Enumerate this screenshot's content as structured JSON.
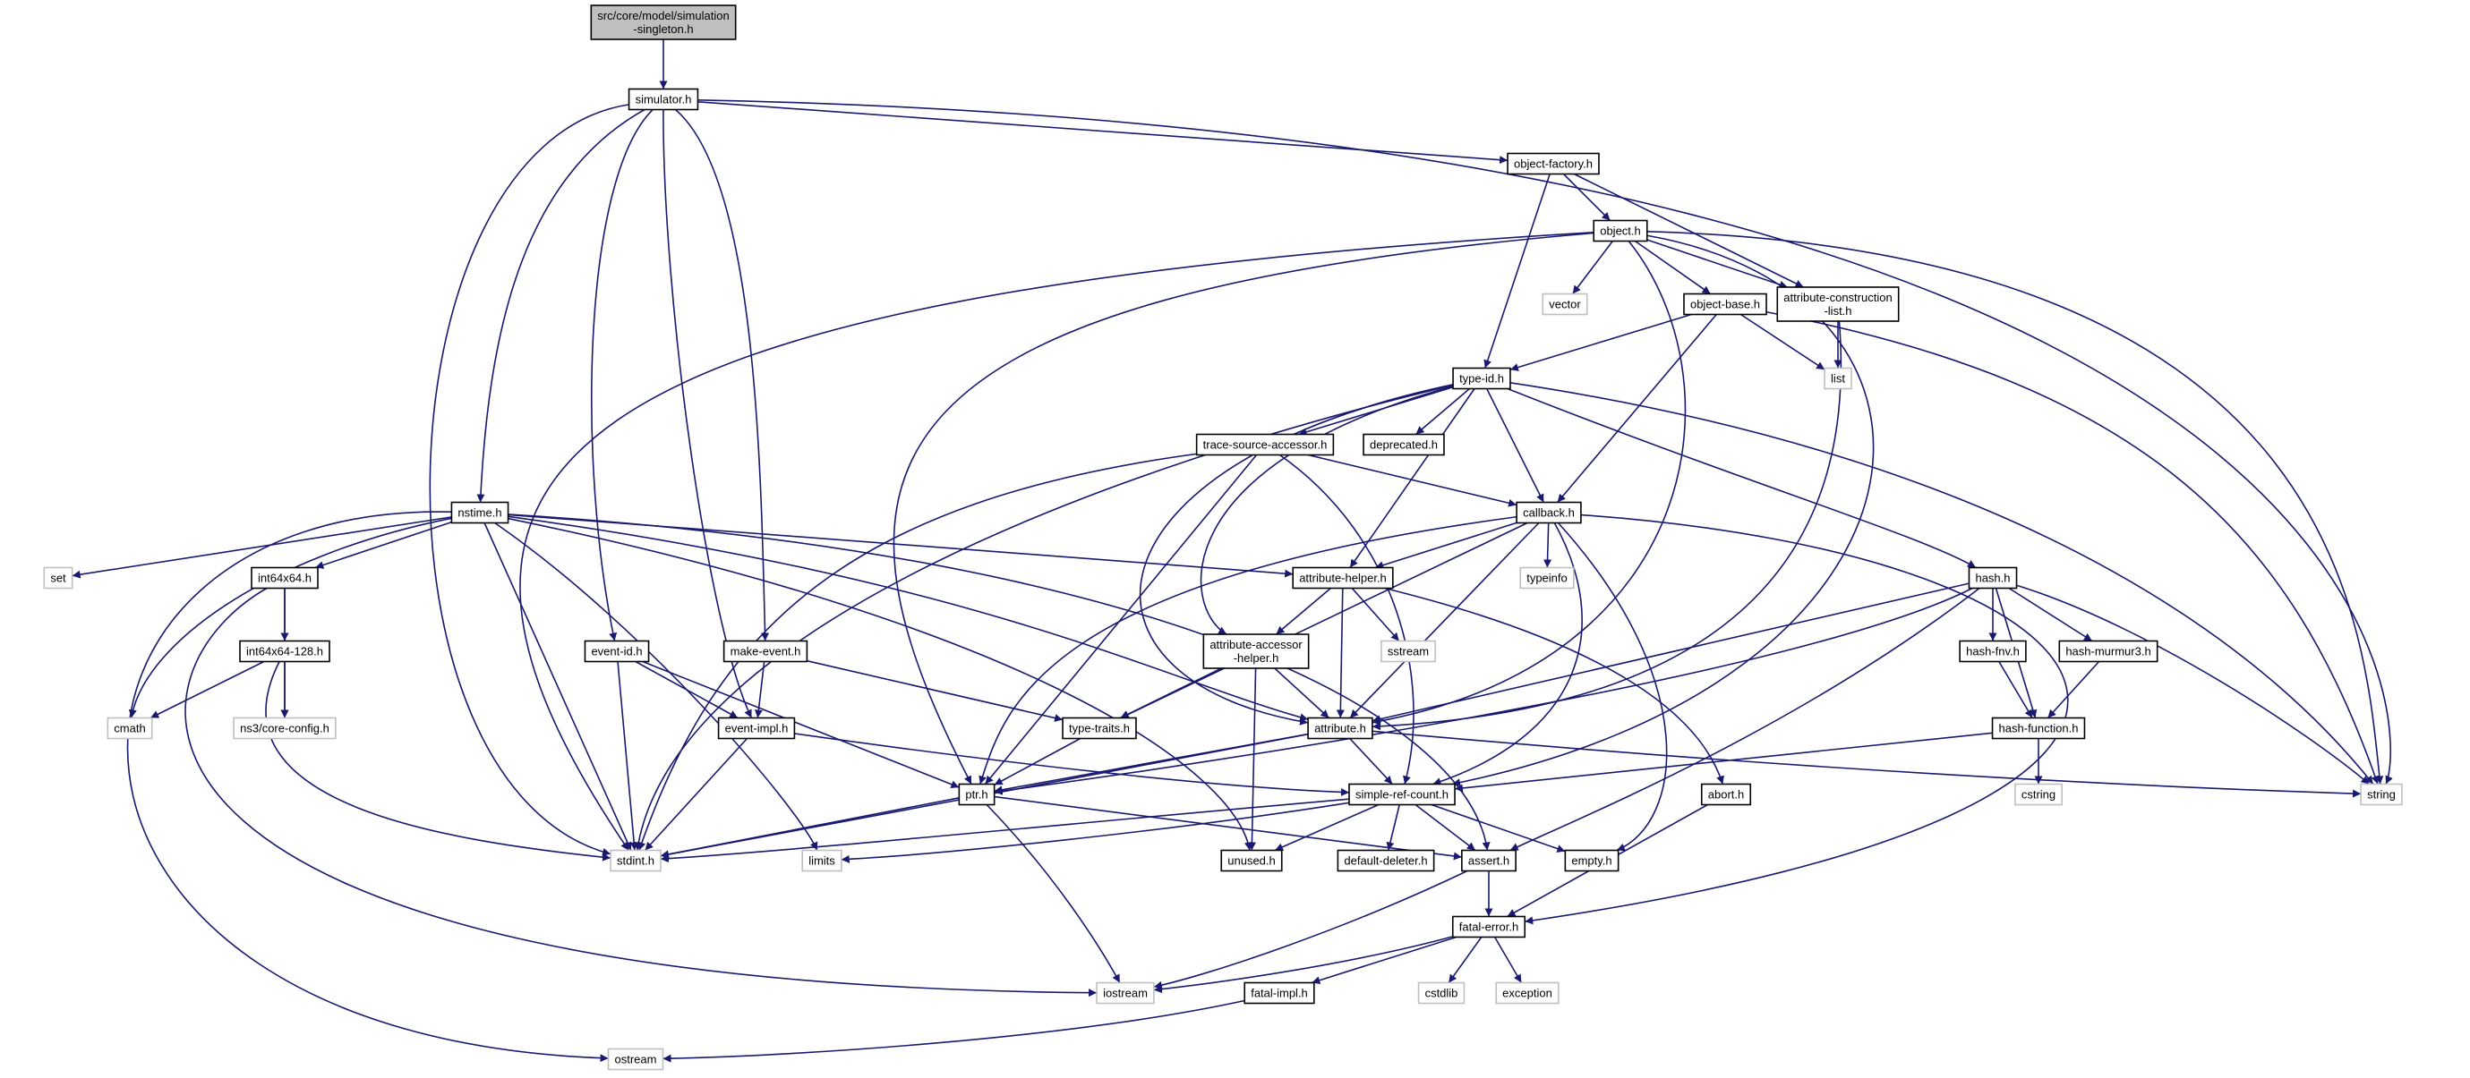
{
  "colors": {
    "edge": "#191970",
    "node_fill": "#ffffff",
    "node_border": "#000000",
    "root_fill": "#bfbfbf",
    "external_border": "#bfbfbf"
  },
  "nodes": [
    {
      "id": "root",
      "lines": [
        "src/core/model/simulation",
        "-singleton.h"
      ],
      "kind": "root"
    },
    {
      "id": "simulator",
      "lines": [
        "simulator.h"
      ],
      "kind": "header"
    },
    {
      "id": "object_factory",
      "lines": [
        "object-factory.h"
      ],
      "kind": "header"
    },
    {
      "id": "object",
      "lines": [
        "object.h"
      ],
      "kind": "header"
    },
    {
      "id": "vector",
      "lines": [
        "vector"
      ],
      "kind": "system"
    },
    {
      "id": "object_base",
      "lines": [
        "object-base.h"
      ],
      "kind": "header"
    },
    {
      "id": "attr_constr",
      "lines": [
        "attribute-construction",
        "-list.h"
      ],
      "kind": "header"
    },
    {
      "id": "list",
      "lines": [
        "list"
      ],
      "kind": "system"
    },
    {
      "id": "type_id",
      "lines": [
        "type-id.h"
      ],
      "kind": "header"
    },
    {
      "id": "trace_src",
      "lines": [
        "trace-source-accessor.h"
      ],
      "kind": "header"
    },
    {
      "id": "deprecated",
      "lines": [
        "deprecated.h"
      ],
      "kind": "header"
    },
    {
      "id": "nstime",
      "lines": [
        "nstime.h"
      ],
      "kind": "header"
    },
    {
      "id": "callback",
      "lines": [
        "callback.h"
      ],
      "kind": "header"
    },
    {
      "id": "set",
      "lines": [
        "set"
      ],
      "kind": "system"
    },
    {
      "id": "int64x64",
      "lines": [
        "int64x64.h"
      ],
      "kind": "header"
    },
    {
      "id": "typeinfo",
      "lines": [
        "typeinfo"
      ],
      "kind": "system"
    },
    {
      "id": "hash",
      "lines": [
        "hash.h"
      ],
      "kind": "header"
    },
    {
      "id": "attr_helper",
      "lines": [
        "attribute-helper.h"
      ],
      "kind": "header"
    },
    {
      "id": "sstream",
      "lines": [
        "sstream"
      ],
      "kind": "system"
    },
    {
      "id": "int128",
      "lines": [
        "int64x64-128.h"
      ],
      "kind": "header"
    },
    {
      "id": "event_id",
      "lines": [
        "event-id.h"
      ],
      "kind": "header"
    },
    {
      "id": "make_event",
      "lines": [
        "make-event.h"
      ],
      "kind": "header"
    },
    {
      "id": "attr_acc",
      "lines": [
        "attribute-accessor",
        "-helper.h"
      ],
      "kind": "header"
    },
    {
      "id": "hash_fnv",
      "lines": [
        "hash-fnv.h"
      ],
      "kind": "header"
    },
    {
      "id": "hash_murmur",
      "lines": [
        "hash-murmur3.h"
      ],
      "kind": "header"
    },
    {
      "id": "cmath",
      "lines": [
        "cmath"
      ],
      "kind": "system"
    },
    {
      "id": "core_config",
      "lines": [
        "ns3/core-config.h"
      ],
      "kind": "system"
    },
    {
      "id": "event_impl",
      "lines": [
        "event-impl.h"
      ],
      "kind": "header"
    },
    {
      "id": "type_traits",
      "lines": [
        "type-traits.h"
      ],
      "kind": "header"
    },
    {
      "id": "attribute",
      "lines": [
        "attribute.h"
      ],
      "kind": "header"
    },
    {
      "id": "hash_function",
      "lines": [
        "hash-function.h"
      ],
      "kind": "header"
    },
    {
      "id": "ptr",
      "lines": [
        "ptr.h"
      ],
      "kind": "header"
    },
    {
      "id": "simple_ref",
      "lines": [
        "simple-ref-count.h"
      ],
      "kind": "header"
    },
    {
      "id": "abort",
      "lines": [
        "abort.h"
      ],
      "kind": "header"
    },
    {
      "id": "string",
      "lines": [
        "string"
      ],
      "kind": "system"
    },
    {
      "id": "cstring",
      "lines": [
        "cstring"
      ],
      "kind": "system"
    },
    {
      "id": "stdint",
      "lines": [
        "stdint.h"
      ],
      "kind": "system"
    },
    {
      "id": "limits",
      "lines": [
        "limits"
      ],
      "kind": "system"
    },
    {
      "id": "unused",
      "lines": [
        "unused.h"
      ],
      "kind": "header"
    },
    {
      "id": "default_deleter",
      "lines": [
        "default-deleter.h"
      ],
      "kind": "header"
    },
    {
      "id": "assert",
      "lines": [
        "assert.h"
      ],
      "kind": "header"
    },
    {
      "id": "empty",
      "lines": [
        "empty.h"
      ],
      "kind": "header"
    },
    {
      "id": "fatal_error",
      "lines": [
        "fatal-error.h"
      ],
      "kind": "header"
    },
    {
      "id": "iostream",
      "lines": [
        "iostream"
      ],
      "kind": "system"
    },
    {
      "id": "fatal_impl",
      "lines": [
        "fatal-impl.h"
      ],
      "kind": "header"
    },
    {
      "id": "cstdlib",
      "lines": [
        "cstdlib"
      ],
      "kind": "system"
    },
    {
      "id": "exception",
      "lines": [
        "exception"
      ],
      "kind": "system"
    },
    {
      "id": "ostream",
      "lines": [
        "ostream"
      ],
      "kind": "system"
    }
  ],
  "edges": [
    [
      "root",
      "simulator"
    ],
    [
      "simulator",
      "object_factory"
    ],
    [
      "simulator",
      "string"
    ],
    [
      "simulator",
      "nstime"
    ],
    [
      "simulator",
      "event_id"
    ],
    [
      "simulator",
      "event_impl"
    ],
    [
      "simulator",
      "make_event"
    ],
    [
      "simulator",
      "stdint"
    ],
    [
      "object_factory",
      "object"
    ],
    [
      "object_factory",
      "attr_constr"
    ],
    [
      "object_factory",
      "type_id"
    ],
    [
      "object",
      "vector"
    ],
    [
      "object",
      "object_base"
    ],
    [
      "object",
      "attr_constr"
    ],
    [
      "object",
      "string"
    ],
    [
      "object",
      "ptr"
    ],
    [
      "object",
      "stdint"
    ],
    [
      "object",
      "attribute"
    ],
    [
      "object",
      "simple_ref"
    ],
    [
      "object_base",
      "type_id"
    ],
    [
      "object_base",
      "list"
    ],
    [
      "object_base",
      "callback"
    ],
    [
      "object_base",
      "string"
    ],
    [
      "attr_constr",
      "list"
    ],
    [
      "attr_constr",
      "attribute"
    ],
    [
      "type_id",
      "trace_src"
    ],
    [
      "type_id",
      "deprecated"
    ],
    [
      "type_id",
      "callback"
    ],
    [
      "type_id",
      "hash"
    ],
    [
      "type_id",
      "attr_helper"
    ],
    [
      "type_id",
      "attr_acc"
    ],
    [
      "type_id",
      "attribute"
    ],
    [
      "type_id",
      "string"
    ],
    [
      "type_id",
      "stdint"
    ],
    [
      "trace_src",
      "callback"
    ],
    [
      "trace_src",
      "ptr"
    ],
    [
      "trace_src",
      "simple_ref"
    ],
    [
      "trace_src",
      "stdint"
    ],
    [
      "callback",
      "typeinfo"
    ],
    [
      "callback",
      "attr_helper"
    ],
    [
      "callback",
      "type_traits"
    ],
    [
      "callback",
      "ptr"
    ],
    [
      "callback",
      "attribute"
    ],
    [
      "callback",
      "simple_ref"
    ],
    [
      "callback",
      "fatal_error"
    ],
    [
      "callback",
      "empty"
    ],
    [
      "nstime",
      "set"
    ],
    [
      "nstime",
      "int64x64"
    ],
    [
      "nstime",
      "attr_helper"
    ],
    [
      "nstime",
      "attribute"
    ],
    [
      "nstime",
      "cmath"
    ],
    [
      "nstime",
      "stdint"
    ],
    [
      "nstime",
      "limits"
    ],
    [
      "nstime",
      "unused"
    ],
    [
      "nstime",
      "assert"
    ],
    [
      "nstime",
      "ostream"
    ],
    [
      "int64x64",
      "int128"
    ],
    [
      "int64x64",
      "core_config"
    ],
    [
      "int64x64",
      "iostream"
    ],
    [
      "int128",
      "cmath"
    ],
    [
      "int128",
      "core_config"
    ],
    [
      "int128",
      "stdint"
    ],
    [
      "event_id",
      "event_impl"
    ],
    [
      "event_id",
      "ptr"
    ],
    [
      "event_id",
      "stdint"
    ],
    [
      "make_event",
      "event_impl"
    ],
    [
      "make_event",
      "type_traits"
    ],
    [
      "event_impl",
      "simple_ref"
    ],
    [
      "event_impl",
      "stdint"
    ],
    [
      "attr_helper",
      "sstream"
    ],
    [
      "attr_helper",
      "attr_acc"
    ],
    [
      "attr_helper",
      "attribute"
    ],
    [
      "attr_helper",
      "abort"
    ],
    [
      "attr_acc",
      "type_traits"
    ],
    [
      "attr_acc",
      "attribute"
    ],
    [
      "attr_acc",
      "unused"
    ],
    [
      "hash",
      "hash_fnv"
    ],
    [
      "hash",
      "hash_murmur"
    ],
    [
      "hash",
      "hash_function"
    ],
    [
      "hash",
      "attribute"
    ],
    [
      "hash",
      "ptr"
    ],
    [
      "hash",
      "assert"
    ],
    [
      "hash",
      "string"
    ],
    [
      "hash_fnv",
      "hash_function"
    ],
    [
      "hash_murmur",
      "hash_function"
    ],
    [
      "hash_function",
      "simple_ref"
    ],
    [
      "hash_function",
      "cstring"
    ],
    [
      "type_traits",
      "ptr"
    ],
    [
      "attribute",
      "ptr"
    ],
    [
      "attribute",
      "simple_ref"
    ],
    [
      "attribute",
      "string"
    ],
    [
      "attribute",
      "stdint"
    ],
    [
      "ptr",
      "assert"
    ],
    [
      "ptr",
      "iostream"
    ],
    [
      "ptr",
      "stdint"
    ],
    [
      "simple_ref",
      "default_deleter"
    ],
    [
      "simple_ref",
      "assert"
    ],
    [
      "simple_ref",
      "empty"
    ],
    [
      "simple_ref",
      "unused"
    ],
    [
      "simple_ref",
      "stdint"
    ],
    [
      "simple_ref",
      "limits"
    ],
    [
      "abort",
      "fatal_error"
    ],
    [
      "assert",
      "fatal_error"
    ],
    [
      "assert",
      "iostream"
    ],
    [
      "fatal_error",
      "iostream"
    ],
    [
      "fatal_error",
      "fatal_impl"
    ],
    [
      "fatal_error",
      "cstdlib"
    ],
    [
      "fatal_error",
      "exception"
    ],
    [
      "fatal_impl",
      "ostream"
    ]
  ]
}
